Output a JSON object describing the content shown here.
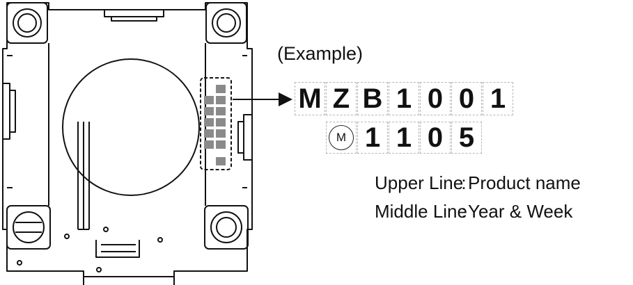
{
  "example_label": "(Example)",
  "marking": {
    "upper_line": [
      "M",
      "Z",
      "B",
      "1",
      "0",
      "0",
      "1"
    ],
    "mark_symbol": "M",
    "middle_line": [
      "1",
      "1",
      "0",
      "5"
    ]
  },
  "legend": [
    {
      "line": "Upper Line",
      "sep": ":",
      "meaning": "Product name"
    },
    {
      "line": "Middle Line",
      "sep": ":",
      "meaning": "Year & Week"
    }
  ]
}
